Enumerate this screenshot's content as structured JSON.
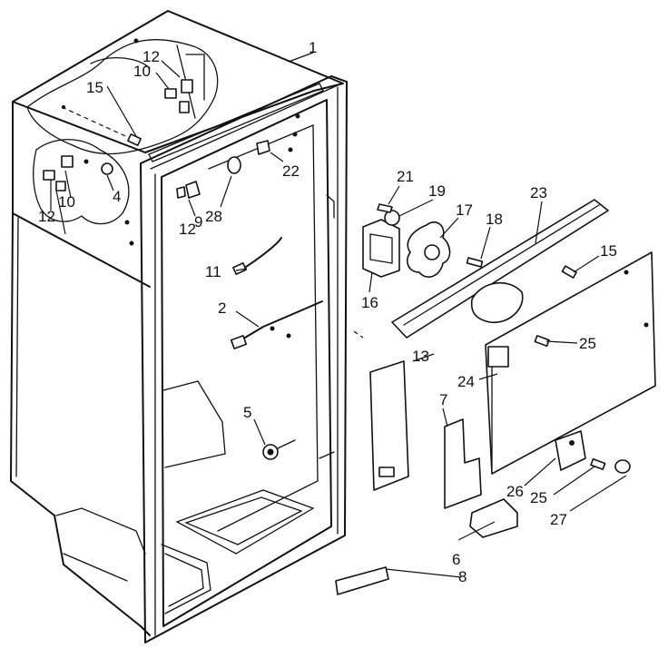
{
  "callouts": [
    {
      "id": "p1",
      "text": "1"
    },
    {
      "id": "p2",
      "text": "2"
    },
    {
      "id": "p4",
      "text": "4"
    },
    {
      "id": "p5",
      "text": "5"
    },
    {
      "id": "p6",
      "text": "6"
    },
    {
      "id": "p7",
      "text": "7"
    },
    {
      "id": "p8",
      "text": "8"
    },
    {
      "id": "p9",
      "text": "9"
    },
    {
      "id": "p10a",
      "text": "10"
    },
    {
      "id": "p10b",
      "text": "10"
    },
    {
      "id": "p11",
      "text": "11"
    },
    {
      "id": "p12a",
      "text": "12"
    },
    {
      "id": "p12b",
      "text": "12"
    },
    {
      "id": "p12c",
      "text": "12"
    },
    {
      "id": "p13",
      "text": "13"
    },
    {
      "id": "p15a",
      "text": "15"
    },
    {
      "id": "p15b",
      "text": "15"
    },
    {
      "id": "p16",
      "text": "16"
    },
    {
      "id": "p17",
      "text": "17"
    },
    {
      "id": "p18",
      "text": "18"
    },
    {
      "id": "p19",
      "text": "19"
    },
    {
      "id": "p21",
      "text": "21"
    },
    {
      "id": "p22",
      "text": "22"
    },
    {
      "id": "p23",
      "text": "23"
    },
    {
      "id": "p24",
      "text": "24"
    },
    {
      "id": "p25a",
      "text": "25"
    },
    {
      "id": "p25b",
      "text": "25"
    },
    {
      "id": "p26",
      "text": "26"
    },
    {
      "id": "p27",
      "text": "27"
    },
    {
      "id": "p28",
      "text": "28"
    }
  ]
}
